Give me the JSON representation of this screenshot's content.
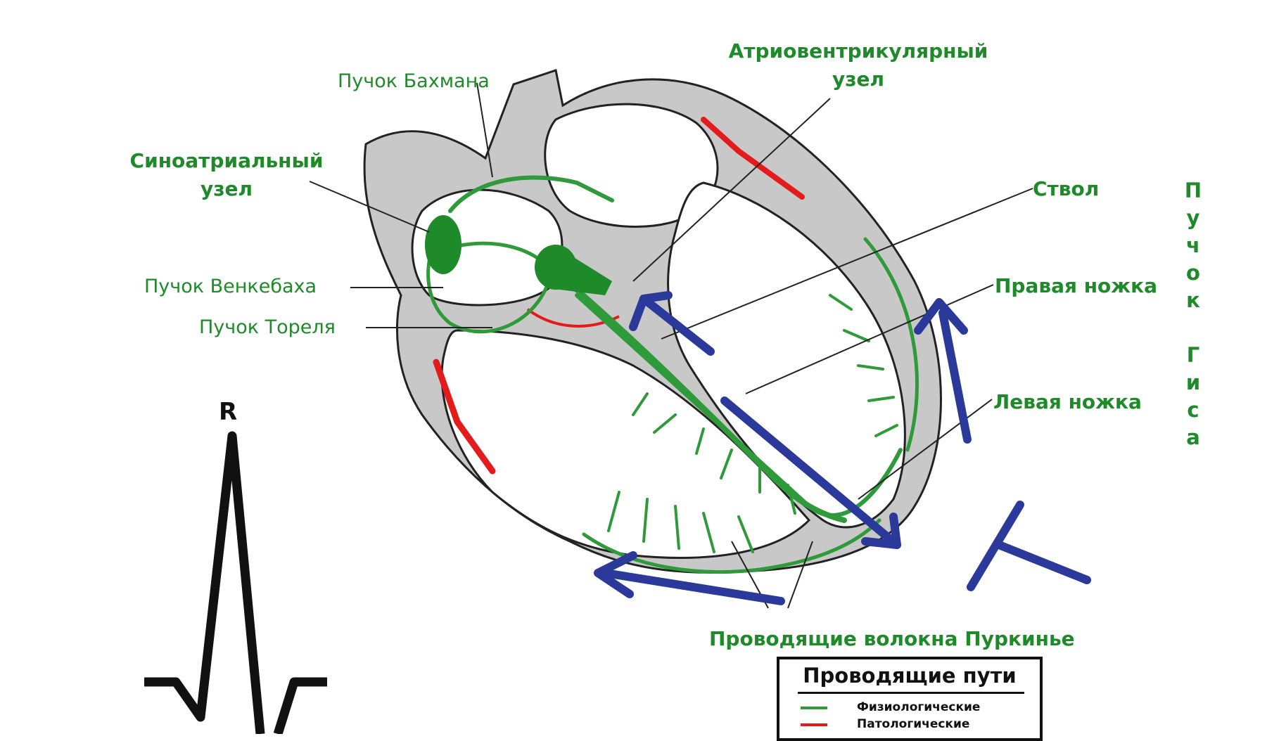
{
  "labels": {
    "bachmann": "Пучок Бахмана",
    "sa_node_line1": "Синоатриальный",
    "sa_node_line2": "узел",
    "av_node_line1": "Атриовентрикулярный",
    "av_node_line2": "узел",
    "wenckebach": "Пучок Венкебаха",
    "thorel": "Пучок Тореля",
    "trunk": "Ствол",
    "right_branch": "Правая ножка",
    "left_branch": "Левая ножка",
    "purkinje": "Проводящие волокна Пуркинье",
    "his_bundle_letters": [
      "П",
      "у",
      "ч",
      "о",
      "к",
      "",
      "Г",
      "и",
      "с",
      "а"
    ]
  },
  "ecg": {
    "peak_label": "R"
  },
  "legend": {
    "title": "Проводящие пути",
    "items": [
      {
        "label": "Физиологические",
        "color": "#2e9a3a"
      },
      {
        "label": "Патологические",
        "color": "#e31b1b"
      }
    ]
  },
  "colors": {
    "pathway_green": "#2e9a3a",
    "pathology_red": "#e31b1b",
    "arrow_blue": "#2b3a9a",
    "wall_gray": "#c8c8c8",
    "label_green": "#1f8a2a"
  }
}
